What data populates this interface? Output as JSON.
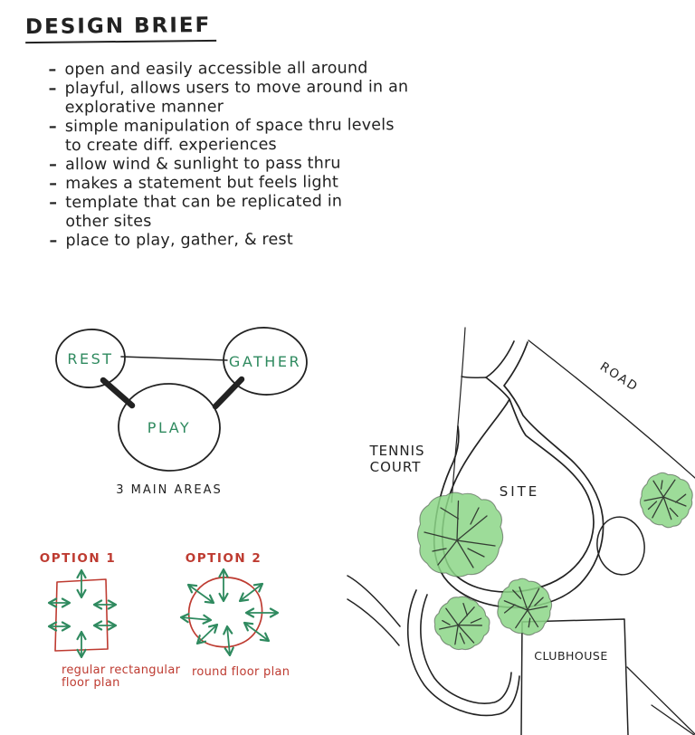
{
  "colors": {
    "ink": "#222222",
    "green": "#2F8A5F",
    "red": "#BE3B31",
    "tree": "#8CD687"
  },
  "title": {
    "text": "DESIGN BRIEF"
  },
  "brief": {
    "dash": "–",
    "points": [
      "open and easily accessible all around",
      "playful, allows users to move around in an\nexplorative manner",
      "simple manipulation of space thru levels\nto create diff. experiences",
      "allow wind & sunlight to pass thru",
      "makes a statement but feels light",
      "template that can be replicated in\nother sites",
      "place to play, gather, & rest"
    ]
  },
  "bubble": {
    "rest": "REST",
    "gather": "GATHER",
    "play": "PLAY",
    "caption": "3 MAIN AREAS"
  },
  "options": {
    "option1_label": "OPTION 1",
    "option1_caption_line1": "regular rectangular",
    "option1_caption_line2": "floor plan",
    "option2_label": "OPTION 2",
    "option2_caption": "round floor plan"
  },
  "site": {
    "tennis_line1": "TENNIS",
    "tennis_line2": "COURT",
    "site_label": "SITE",
    "road_label": "ROAD",
    "clubhouse_label": "CLUBHOUSE"
  }
}
